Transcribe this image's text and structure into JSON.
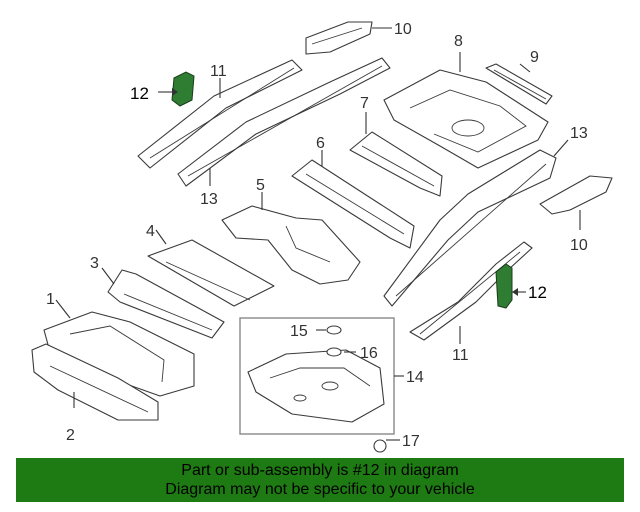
{
  "callouts": {
    "c1": "1",
    "c2": "2",
    "c3": "3",
    "c4": "4",
    "c5": "5",
    "c6": "6",
    "c7": "7",
    "c8": "8",
    "c9": "9",
    "c10a": "10",
    "c10b": "10",
    "c11a": "11",
    "c11b": "11",
    "c12a": "12",
    "c12b": "12",
    "c13a": "13",
    "c13b": "13",
    "c14": "14",
    "c15": "15",
    "c16": "16",
    "c17": "17"
  },
  "highlight_color": "#2e7d32",
  "banner": {
    "line1": "Part or sub-assembly is #12 in diagram",
    "line2": "Diagram may not be specific to your vehicle",
    "background": "#1e7a12"
  }
}
